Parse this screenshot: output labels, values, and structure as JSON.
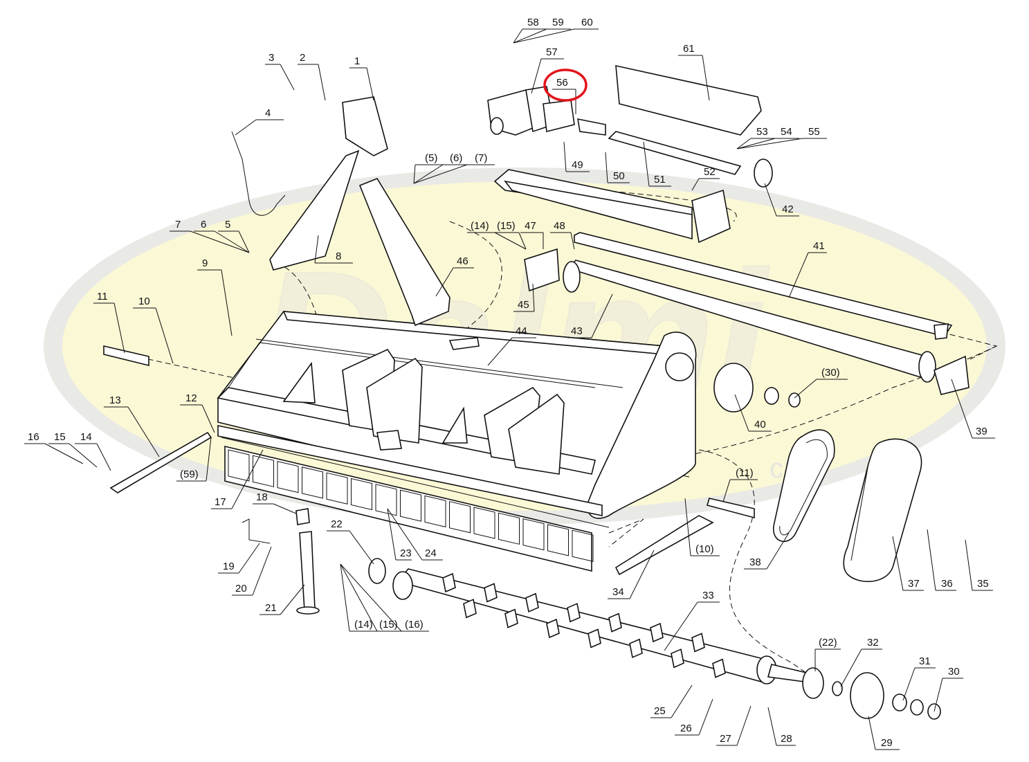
{
  "watermark": {
    "text": "Dalmi",
    "domain": "cz"
  },
  "colors": {
    "background": "#ffffff",
    "watermark_fill": "#fbf8d7",
    "watermark_ring": "#e7e7e4",
    "line": "#111111",
    "highlight": "#e3141b"
  },
  "highlight": {
    "label": "56"
  },
  "callouts": [
    {
      "id": "c1",
      "text": "1"
    },
    {
      "id": "c2",
      "text": "2"
    },
    {
      "id": "c3",
      "text": "3"
    },
    {
      "id": "c4",
      "text": "4"
    },
    {
      "id": "c5",
      "text": "(5)"
    },
    {
      "id": "c6",
      "text": "(6)"
    },
    {
      "id": "c7",
      "text": "(7)"
    },
    {
      "id": "c7b",
      "text": "7"
    },
    {
      "id": "c6b",
      "text": "6"
    },
    {
      "id": "c5b",
      "text": "5"
    },
    {
      "id": "c8",
      "text": "8"
    },
    {
      "id": "c9",
      "text": "9"
    },
    {
      "id": "c10",
      "text": "10"
    },
    {
      "id": "c11",
      "text": "11"
    },
    {
      "id": "c12",
      "text": "12"
    },
    {
      "id": "c13",
      "text": "13"
    },
    {
      "id": "c16",
      "text": "16"
    },
    {
      "id": "c15",
      "text": "15"
    },
    {
      "id": "c14",
      "text": "14"
    },
    {
      "id": "c59p",
      "text": "(59)"
    },
    {
      "id": "c17",
      "text": "17"
    },
    {
      "id": "c18",
      "text": "18"
    },
    {
      "id": "c19",
      "text": "19"
    },
    {
      "id": "c20",
      "text": "20"
    },
    {
      "id": "c21",
      "text": "21"
    },
    {
      "id": "c22",
      "text": "22"
    },
    {
      "id": "c23",
      "text": "23"
    },
    {
      "id": "c24",
      "text": "24"
    },
    {
      "id": "c14p",
      "text": "(14)"
    },
    {
      "id": "c15p",
      "text": "(15)"
    },
    {
      "id": "c16p",
      "text": "(16)"
    },
    {
      "id": "c25",
      "text": "25"
    },
    {
      "id": "c26",
      "text": "26"
    },
    {
      "id": "c27",
      "text": "27"
    },
    {
      "id": "c28",
      "text": "28"
    },
    {
      "id": "c29",
      "text": "29"
    },
    {
      "id": "c30",
      "text": "30"
    },
    {
      "id": "c31",
      "text": "31"
    },
    {
      "id": "c32",
      "text": "32"
    },
    {
      "id": "c22p",
      "text": "(22)"
    },
    {
      "id": "c33",
      "text": "33"
    },
    {
      "id": "c34",
      "text": "34"
    },
    {
      "id": "c10p",
      "text": "(10)"
    },
    {
      "id": "c11p",
      "text": "(11)"
    },
    {
      "id": "c35",
      "text": "35"
    },
    {
      "id": "c36",
      "text": "36"
    },
    {
      "id": "c37",
      "text": "37"
    },
    {
      "id": "c38",
      "text": "38"
    },
    {
      "id": "c39",
      "text": "39"
    },
    {
      "id": "c40",
      "text": "40"
    },
    {
      "id": "c30p",
      "text": "(30)"
    },
    {
      "id": "c41",
      "text": "41"
    },
    {
      "id": "c42",
      "text": "42"
    },
    {
      "id": "c43",
      "text": "43"
    },
    {
      "id": "c44",
      "text": "44"
    },
    {
      "id": "c45",
      "text": "45"
    },
    {
      "id": "c46",
      "text": "46"
    },
    {
      "id": "c14q",
      "text": "(14)"
    },
    {
      "id": "c15q",
      "text": "(15)"
    },
    {
      "id": "c47",
      "text": "47"
    },
    {
      "id": "c48",
      "text": "48"
    },
    {
      "id": "c49",
      "text": "49"
    },
    {
      "id": "c50",
      "text": "50"
    },
    {
      "id": "c51",
      "text": "51"
    },
    {
      "id": "c52",
      "text": "52"
    },
    {
      "id": "c53",
      "text": "53"
    },
    {
      "id": "c54",
      "text": "54"
    },
    {
      "id": "c55",
      "text": "55"
    },
    {
      "id": "c56",
      "text": "56"
    },
    {
      "id": "c57",
      "text": "57"
    },
    {
      "id": "c58",
      "text": "58"
    },
    {
      "id": "c59",
      "text": "59"
    },
    {
      "id": "c60",
      "text": "60"
    },
    {
      "id": "c61",
      "text": "61"
    }
  ]
}
